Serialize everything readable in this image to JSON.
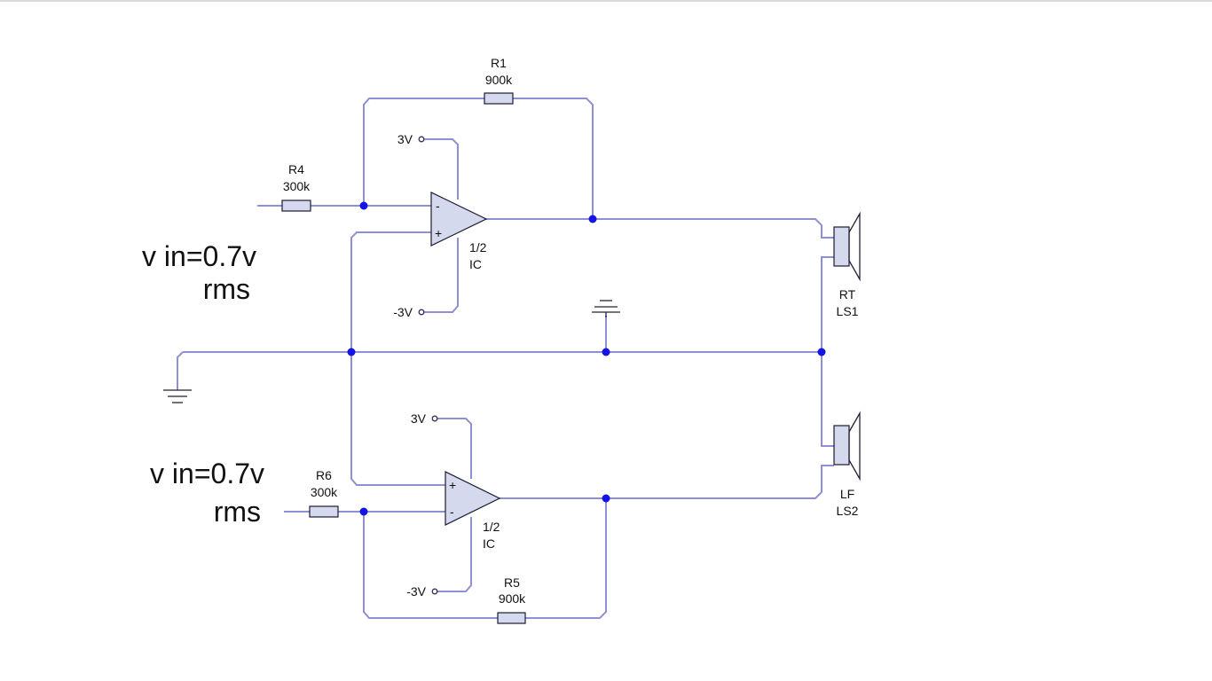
{
  "input_top": {
    "line1": "v in=0.7v",
    "line2": "rms"
  },
  "input_bottom": {
    "line1": "v in=0.7v",
    "line2": "rms"
  },
  "resistors": {
    "r1": {
      "name": "R1",
      "value": "900k"
    },
    "r4": {
      "name": "R4",
      "value": "300k"
    },
    "r6": {
      "name": "R6",
      "value": "300k"
    },
    "r5": {
      "name": "R5",
      "value": "900k"
    }
  },
  "opamp_top": {
    "pos_supply": "3V",
    "neg_supply": "-3V",
    "part": "1/2",
    "ic": "IC",
    "minus": "-",
    "plus": "+"
  },
  "opamp_bottom": {
    "pos_supply": "3V",
    "neg_supply": "-3V",
    "part": "1/2",
    "ic": "IC",
    "minus": "-",
    "plus": "+"
  },
  "speakers": {
    "ls1": {
      "channel": "RT",
      "ref": "LS1"
    },
    "ls2": {
      "channel": "LF",
      "ref": "LS2"
    }
  },
  "colors": {
    "wire": "#8f8fd6",
    "junction": "#1414e6",
    "component_fill": "#d4d9ee"
  }
}
